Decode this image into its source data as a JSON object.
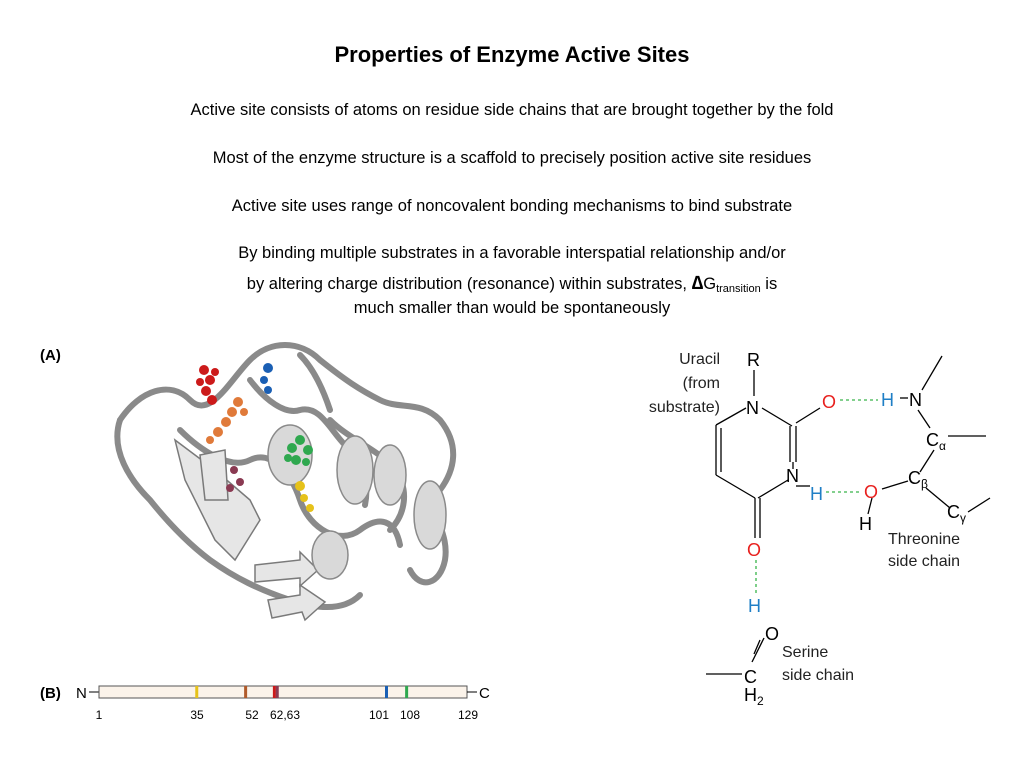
{
  "slide": {
    "title": "Properties of Enzyme Active Sites",
    "points": [
      "Active site consists of atoms on residue side chains that are brought together by the fold",
      "Most of the enzyme structure is a scaffold to precisely position active site residues",
      "Active site uses range of noncovalent bonding mechanisms to bind substrate",
      "By binding multiple substrates in a favorable interspatial relationship and/or"
    ],
    "last_point": {
      "pre": "by altering charge distribution (resonance) within substrates, ",
      "delta": "∆",
      "g": "G",
      "sub": "transition",
      "post": " is",
      "line3": "much smaller than would be spontaneously"
    }
  },
  "figure_a": {
    "label": "(A)",
    "residue_colors": [
      "#cc1a1a",
      "#e07a3a",
      "#1a5fb4",
      "#2fa84f",
      "#8a3a52",
      "#e6c21a"
    ]
  },
  "figure_b": {
    "label": "(B)",
    "n_term": "N",
    "c_term": "C",
    "ticks": [
      "1",
      "35",
      "52",
      "62,63",
      "101",
      "108",
      "129"
    ],
    "marks": [
      {
        "pos": 35,
        "color": "#e6c21a"
      },
      {
        "pos": 52,
        "color": "#b05a2a"
      },
      {
        "pos": 62,
        "color": "#cc1a1a"
      },
      {
        "pos": 63,
        "color": "#8a3a52"
      },
      {
        "pos": 101,
        "color": "#1a5fb4"
      },
      {
        "pos": 108,
        "color": "#2fa84f"
      }
    ]
  },
  "chem": {
    "uracil_label": [
      "Uracil",
      "(from",
      "substrate)"
    ],
    "R": "R",
    "N": "N",
    "O": "O",
    "H": "H",
    "C": "C",
    "alpha": "α",
    "beta": "β",
    "gamma": "γ",
    "h2": "H",
    "h2_sub": "2",
    "threonine_label": [
      "Threonine",
      "side chain"
    ],
    "serine_label": [
      "Serine",
      "side chain"
    ],
    "colors": {
      "oxygen": "#e8201e",
      "hydrogen": "#1f7fc6",
      "hbond": "#39b54a"
    }
  }
}
